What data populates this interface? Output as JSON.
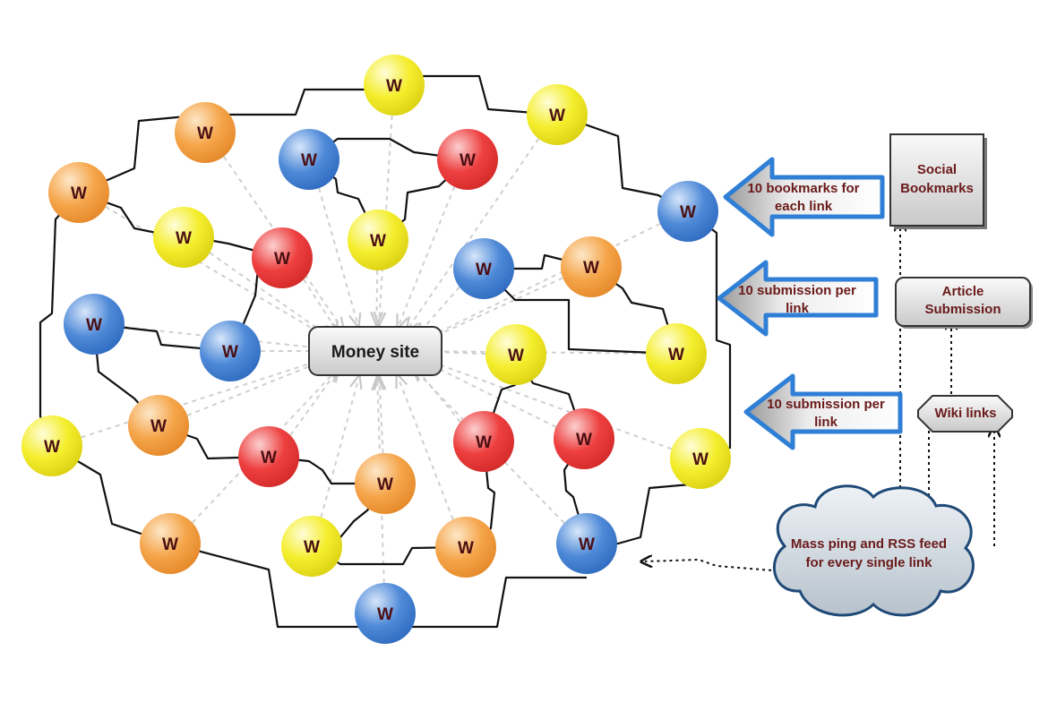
{
  "center": {
    "label": "Money site"
  },
  "node_label": "W",
  "colors": {
    "orange": "#f5a54a",
    "yellow": "#f4ee2c",
    "red": "#ee3f3f",
    "blue": "#3f7fd4",
    "arrow_border": "#2f7fd6",
    "cloud_border": "#1f4a78",
    "box_text": "#6a1a1a"
  },
  "sources": {
    "social_bookmarks": "Social Bookmarks",
    "article_submission": "Article Submission",
    "wiki_links": "Wiki links",
    "mass_ping": "Mass ping and RSS feed for every single link"
  },
  "arrows": {
    "bookmarks": "10 bookmarks for each link",
    "articles": "10 submission per link",
    "wiki": "10 submission per link"
  }
}
